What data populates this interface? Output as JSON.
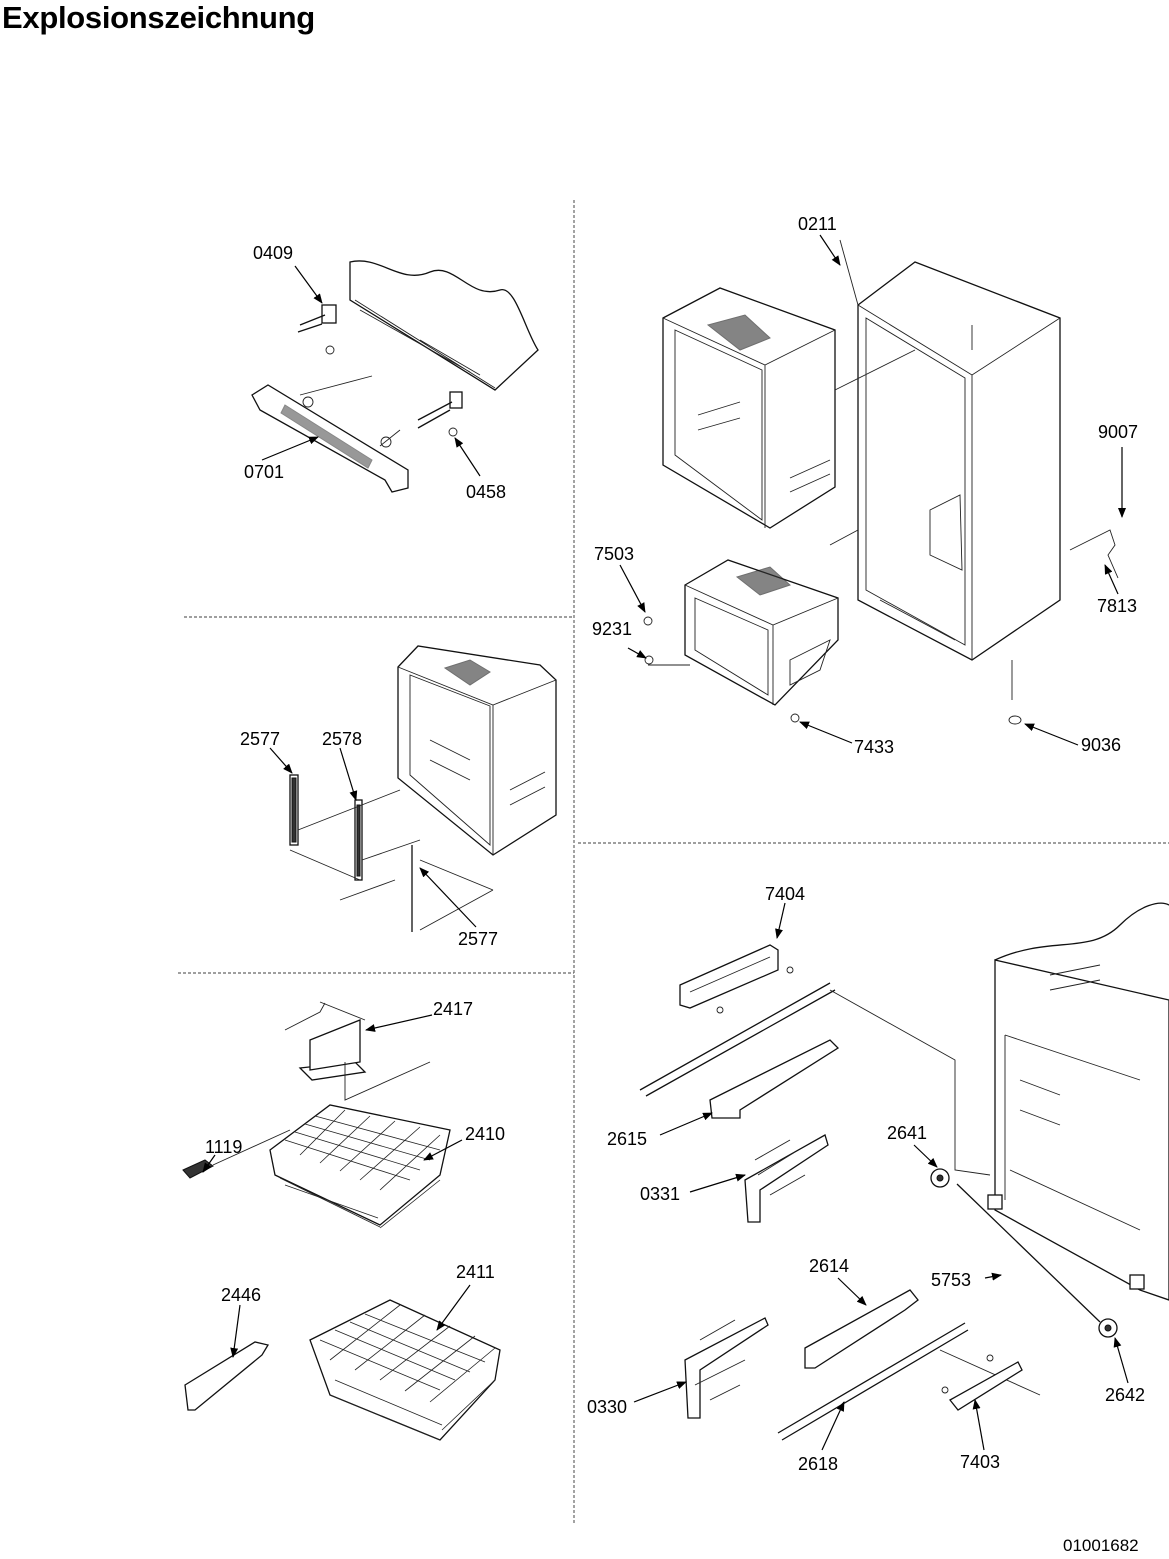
{
  "title": "Explosionszeichnung",
  "drawing_number": "01001682",
  "colors": {
    "line": "#111111",
    "divider": "#666666",
    "background": "#ffffff"
  },
  "parts": {
    "p0409": "0409",
    "p0701": "0701",
    "p0458": "0458",
    "p2577a": "2577",
    "p2578": "2578",
    "p2577b": "2577",
    "p2417": "2417",
    "p2410": "2410",
    "p1119": "1119",
    "p2446": "2446",
    "p2411": "2411",
    "p0211": "0211",
    "p9007": "9007",
    "p7503": "7503",
    "p9231": "9231",
    "p7813": "7813",
    "p7433": "7433",
    "p9036": "9036",
    "p7404": "7404",
    "p2615": "2615",
    "p2641": "2641",
    "p0331": "0331",
    "p2614": "2614",
    "p5753": "5753",
    "p0330": "0330",
    "p2642": "2642",
    "p2618": "2618",
    "p7403": "7403"
  }
}
